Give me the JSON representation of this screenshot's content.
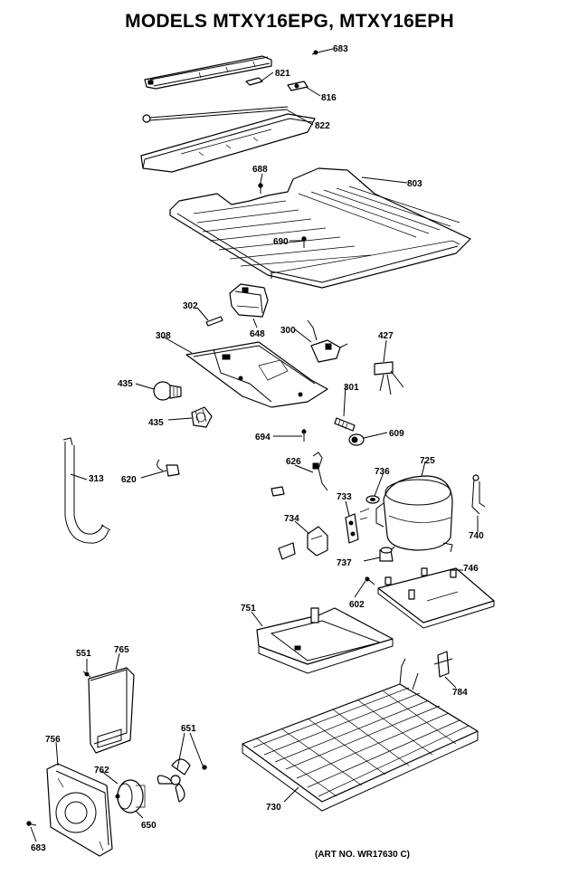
{
  "title": "MODELS MTXY16EPG, MTXY16EPH",
  "art_no": "(ART NO. WR17630 C)",
  "callouts": [
    {
      "id": "683",
      "text": "683"
    },
    {
      "id": "821",
      "text": "821"
    },
    {
      "id": "816",
      "text": "816"
    },
    {
      "id": "822",
      "text": "822"
    },
    {
      "id": "688",
      "text": "688"
    },
    {
      "id": "803",
      "text": "803"
    },
    {
      "id": "690",
      "text": "690"
    },
    {
      "id": "302",
      "text": "302"
    },
    {
      "id": "648",
      "text": "648"
    },
    {
      "id": "308",
      "text": "308"
    },
    {
      "id": "300",
      "text": "300"
    },
    {
      "id": "427",
      "text": "427"
    },
    {
      "id": "435a",
      "text": "435"
    },
    {
      "id": "435b",
      "text": "435"
    },
    {
      "id": "301",
      "text": "301"
    },
    {
      "id": "694",
      "text": "694"
    },
    {
      "id": "609",
      "text": "609"
    },
    {
      "id": "313",
      "text": "313"
    },
    {
      "id": "620",
      "text": "620"
    },
    {
      "id": "626",
      "text": "626"
    },
    {
      "id": "736",
      "text": "736"
    },
    {
      "id": "725",
      "text": "725"
    },
    {
      "id": "733",
      "text": "733"
    },
    {
      "id": "740",
      "text": "740"
    },
    {
      "id": "734",
      "text": "734"
    },
    {
      "id": "737",
      "text": "737"
    },
    {
      "id": "746",
      "text": "746"
    },
    {
      "id": "602",
      "text": "602"
    },
    {
      "id": "751",
      "text": "751"
    },
    {
      "id": "551",
      "text": "551"
    },
    {
      "id": "765",
      "text": "765"
    },
    {
      "id": "784",
      "text": "784"
    },
    {
      "id": "756",
      "text": "756"
    },
    {
      "id": "651",
      "text": "651"
    },
    {
      "id": "762",
      "text": "762"
    },
    {
      "id": "730",
      "text": "730"
    },
    {
      "id": "650",
      "text": "650"
    },
    {
      "id": "683b",
      "text": "683"
    }
  ]
}
